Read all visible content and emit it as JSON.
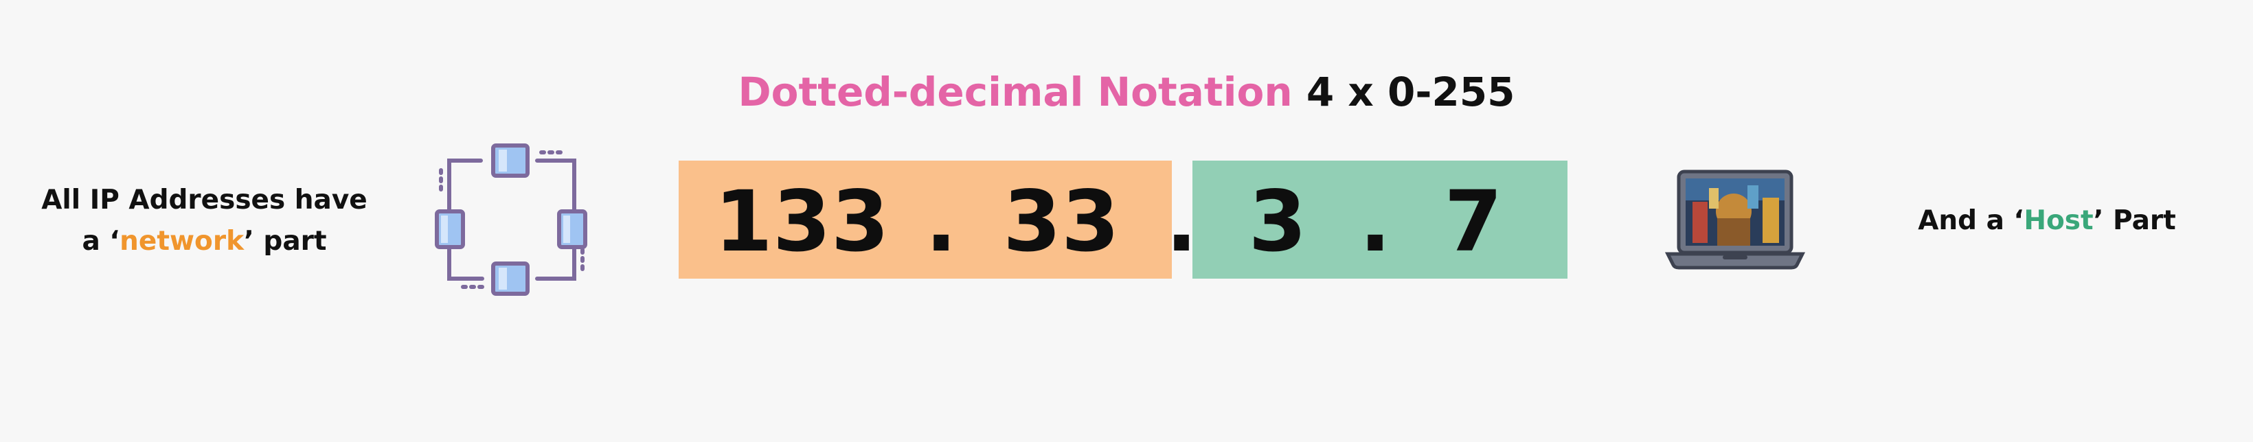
{
  "title": {
    "highlight": "Dotted-decimal Notation",
    "rest": "4 x 0-255",
    "highlight_color": "#e464a6"
  },
  "left_caption": {
    "line1": "All IP Addresses have",
    "line2_pre": "a ‘",
    "line2_highlight": "network",
    "line2_post": "’ part",
    "highlight_color": "#f0952d"
  },
  "right_caption": {
    "pre": "And a ‘",
    "highlight": "Host",
    "post": "’ Part",
    "highlight_color": "#3aa77a"
  },
  "ip": {
    "octets": [
      "133",
      "33",
      "3",
      "7"
    ],
    "separator": ".",
    "network_color": "#fac08b",
    "host_color": "#92cfb5"
  },
  "icons": {
    "network": "network-topology-icon",
    "host": "laptop-icon"
  }
}
